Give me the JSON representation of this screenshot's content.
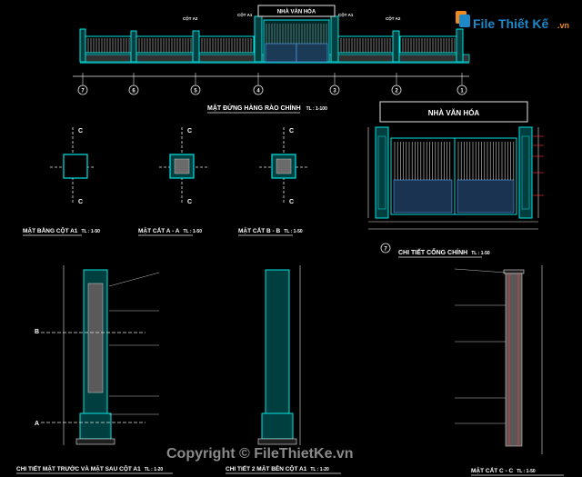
{
  "watermark": {
    "brand": "File Thiết Kế",
    "brand_suffix": ".vn",
    "copyright": "Copyright © FileThietKe.vn"
  },
  "elevation": {
    "title": "MẶT ĐỨNG HÀNG RÀO CHÍNH",
    "scale": "TL : 1-100",
    "sign": "NHÀ VĂN HÓA",
    "labels": [
      "CỘT A2",
      "CỘT A1",
      "CỘT A1",
      "CỘT A2"
    ],
    "grid_axes": [
      "7",
      "6",
      "5",
      "4",
      "3",
      "2",
      "1"
    ]
  },
  "sections": [
    {
      "title": "MẶT BẰNG CỘT A1",
      "scale": "TL : 1-50",
      "mark": "C"
    },
    {
      "title": "MẶT CẮT A - A",
      "scale": "TL : 1-50",
      "mark": "C"
    },
    {
      "title": "MẶT CẮT B - B",
      "scale": "TL : 1-50",
      "mark": "C"
    }
  ],
  "gate": {
    "sign": "NHÀ VĂN HÓA",
    "title": "CHI TIẾT CỔNG CHÍNH",
    "scale": "TL : 1-50",
    "axis": "7"
  },
  "bottom": {
    "front": {
      "title": "CHI TIẾT MẶT TRƯỚC VÀ MẶT SAU CỘT A1",
      "scale": "TL : 1-20",
      "cut_a": "A",
      "cut_b": "B"
    },
    "side": {
      "title": "CHI TIẾT 2 MẶT BÊN CỘT A1",
      "scale": "TL : 1-20"
    },
    "cut": {
      "title": "MẶT CẮT C - C",
      "scale": "TL : 1-50"
    }
  },
  "colors": {
    "background": "#000000",
    "cyan": "#00e5e5",
    "line": "#e6e6e6",
    "red": "#ff3030",
    "brand_blue": "#1e88c8",
    "brand_orange": "#f08a1c"
  }
}
